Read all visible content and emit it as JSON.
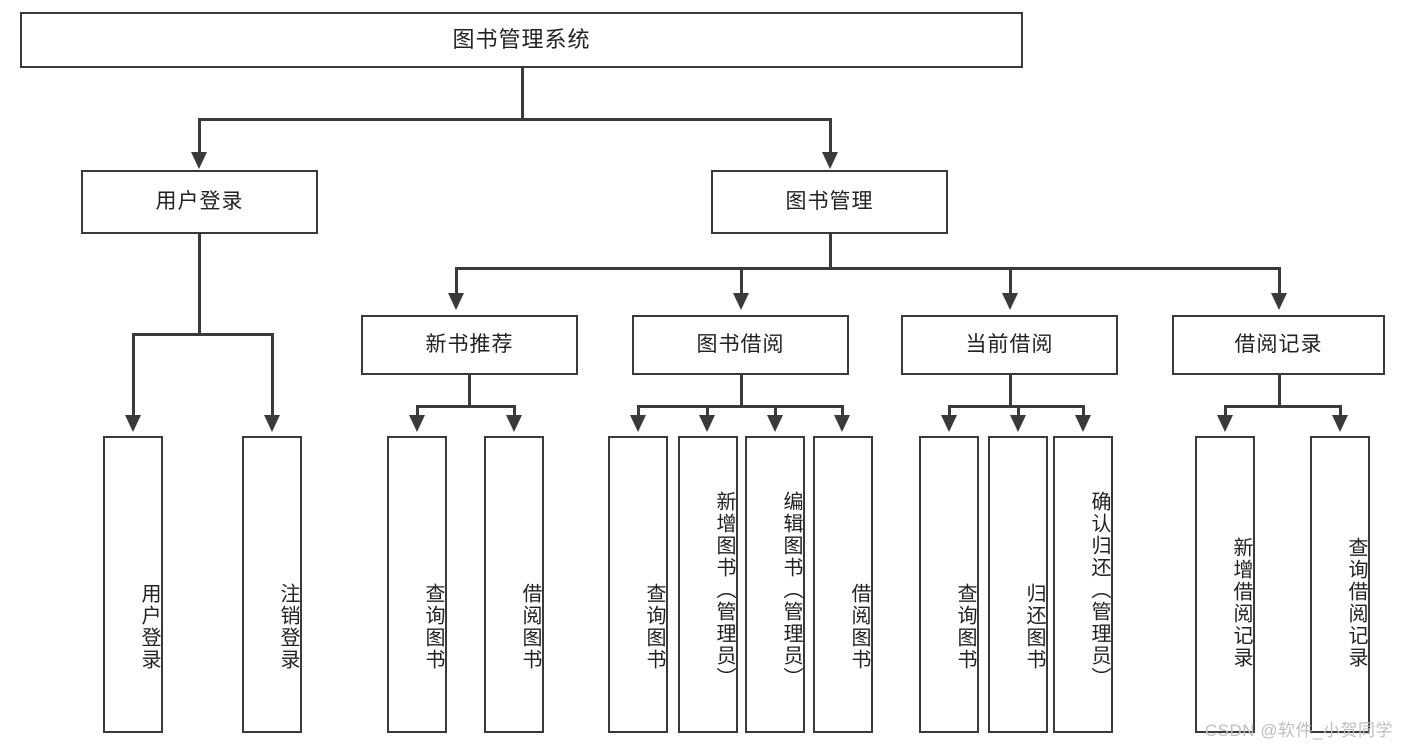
{
  "diagram": {
    "type": "hierarchy-tree",
    "title": "图书管理系统",
    "root": {
      "label": "图书管理系统"
    },
    "level1": [
      {
        "label": "用户登录"
      },
      {
        "label": "图书管理"
      }
    ],
    "level2": [
      {
        "label": "新书推荐"
      },
      {
        "label": "图书借阅"
      },
      {
        "label": "当前借阅"
      },
      {
        "label": "借阅记录"
      }
    ],
    "leaves": {
      "user_login": [
        {
          "label": "用户登录"
        },
        {
          "label": "注销登录"
        }
      ],
      "new_book_recommend": [
        {
          "label": "查询图书"
        },
        {
          "label": "借阅图书"
        }
      ],
      "book_borrow": [
        {
          "label": "查询图书"
        },
        {
          "label": "新增图书（管理员）"
        },
        {
          "label": "编辑图书（管理员）"
        },
        {
          "label": "借阅图书"
        }
      ],
      "current_borrow": [
        {
          "label": "查询图书"
        },
        {
          "label": "归还图书"
        },
        {
          "label": "确认归还（管理员）"
        }
      ],
      "borrow_record": [
        {
          "label": "新增借阅记录"
        },
        {
          "label": "查询借阅记录"
        }
      ]
    }
  },
  "watermark": {
    "text": "CSDN @软件_小贺同学"
  },
  "colors": {
    "line": "#3a3a3a",
    "text": "#222222",
    "background": "#ffffff",
    "watermark": "#bfbfbf"
  }
}
